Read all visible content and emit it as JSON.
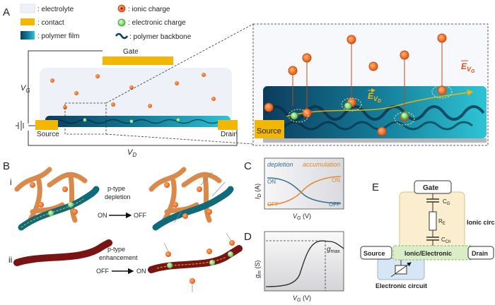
{
  "panels": {
    "a": "A",
    "b": "B",
    "c": "C",
    "d": "D",
    "e": "E"
  },
  "legend": {
    "electrolyte": ": electrolyte",
    "contact": ": contact",
    "polymer_film": ": polymer film",
    "ionic_charge": ": ionic charge",
    "electronic_charge": ": electronic charge",
    "polymer_backbone": ": polymer backbone"
  },
  "device": {
    "gate": "Gate",
    "source": "Source",
    "drain": "Drain",
    "vg": "V",
    "vg_sub": "G",
    "vd": "V",
    "vd_sub": "D"
  },
  "zoom": {
    "source": "Source",
    "field_vd": "E",
    "field_vd_sub": "V",
    "field_vd_subsub": "D",
    "field_vg": "E",
    "field_vg_sub": "V",
    "field_vg_subsub": "G"
  },
  "panel_b": {
    "i": "i",
    "ii": "ii",
    "depletion_line1": "p-type",
    "depletion_line2": "depletion",
    "on_label": "ON",
    "off_label": "OFF",
    "enhancement_line1": "p-type",
    "enhancement_line2": "enhancement",
    "off_label2": "OFF",
    "on_label2": "ON"
  },
  "chart_c": {
    "depletion": "depletion",
    "accumulation": "accumulation",
    "on_left": "ON",
    "off_left": "OFF",
    "on_right": "ON",
    "off_right": "OFF",
    "ylabel": "I",
    "ylabel_sub": "D",
    "ylabel_unit": " (A)",
    "xlabel": "V",
    "xlabel_sub": "G",
    "xlabel_unit": " (V)"
  },
  "chart_d": {
    "ylabel": "g",
    "ylabel_sub": "m",
    "ylabel_unit": " (S)",
    "xlabel": "V",
    "xlabel_sub": "G",
    "xlabel_unit": " (V)",
    "gmax": "g",
    "gmax_sub": "max"
  },
  "circuit": {
    "gate": "Gate",
    "cg": "C",
    "cg_sub": "G",
    "re": "R",
    "re_sub": "E",
    "cch": "C",
    "cch_sub": "Ch",
    "ionic_circuit": "Ionic circuit",
    "source": "Source",
    "interface": "Ionic/Electronic",
    "drain": "Drain",
    "electronic_circuit": "Electronic circuit"
  },
  "colors": {
    "contact": "#f2b705",
    "ionic": "#ee6a1c",
    "electronic": "#7ed36b",
    "film_dark": "#0c3c5c",
    "film_light": "#2ec4d6",
    "electrolyte": "#eef1f7",
    "depletion": "#3b6e8f",
    "accumulation": "#e08a2c"
  }
}
